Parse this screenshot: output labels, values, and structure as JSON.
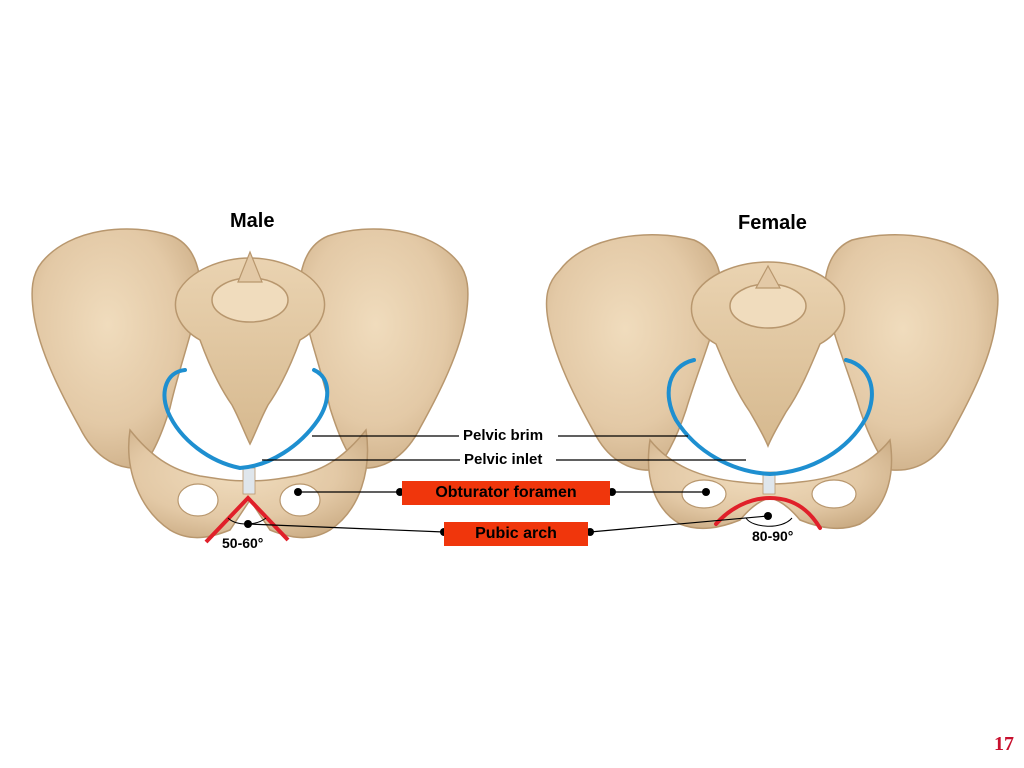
{
  "titles": {
    "male": "Male",
    "female": "Female"
  },
  "labels": {
    "pelvic_brim": "Pelvic brim",
    "pelvic_inlet": "Pelvic inlet",
    "obturator_foramen": "Obturator foramen",
    "pubic_arch": "Pubic arch"
  },
  "angles": {
    "male": "50-60°",
    "female": "80-90°"
  },
  "page_number": "17",
  "colors": {
    "bone": "#e3c9a6",
    "bone_shadow": "#c9aa82",
    "brim_outline": "#1e8fd0",
    "pubic_arch_outline": "#e0202a",
    "label_tag_fill": "#f0360c",
    "page_number": "#c8102e"
  }
}
